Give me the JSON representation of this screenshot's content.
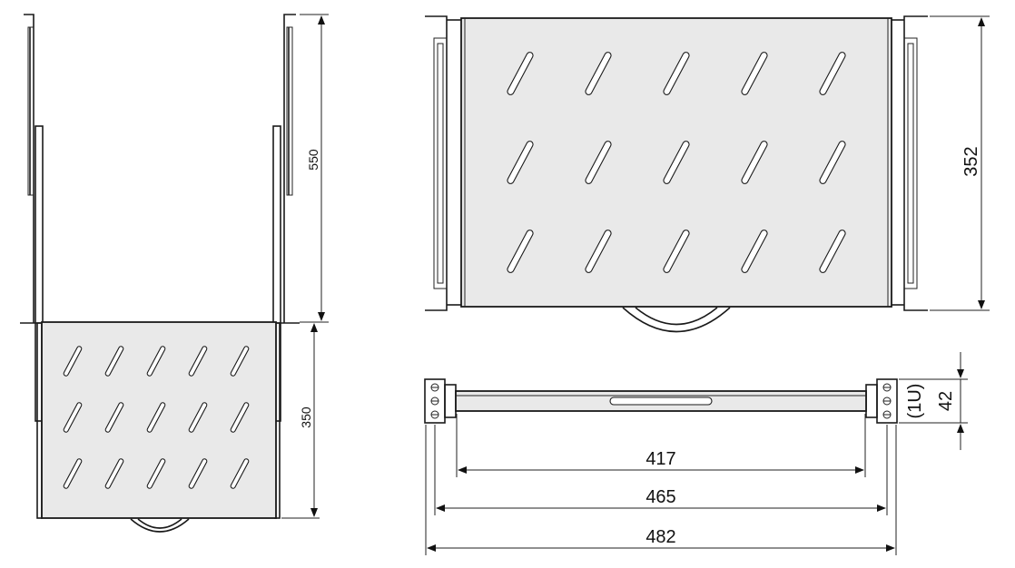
{
  "dimensions": {
    "side_height": "550",
    "side_shelf_depth": "350",
    "top_depth": "352",
    "inner_width": "417",
    "mount_width": "465",
    "total_width": "482",
    "height_mm": "42",
    "height_units": "(1U)"
  },
  "colors": {
    "line": "#1a1a1a",
    "shelf_fill": "#e9e9e9",
    "background": "#ffffff"
  },
  "vent_slots": {
    "rows": 3,
    "columns": 5
  }
}
